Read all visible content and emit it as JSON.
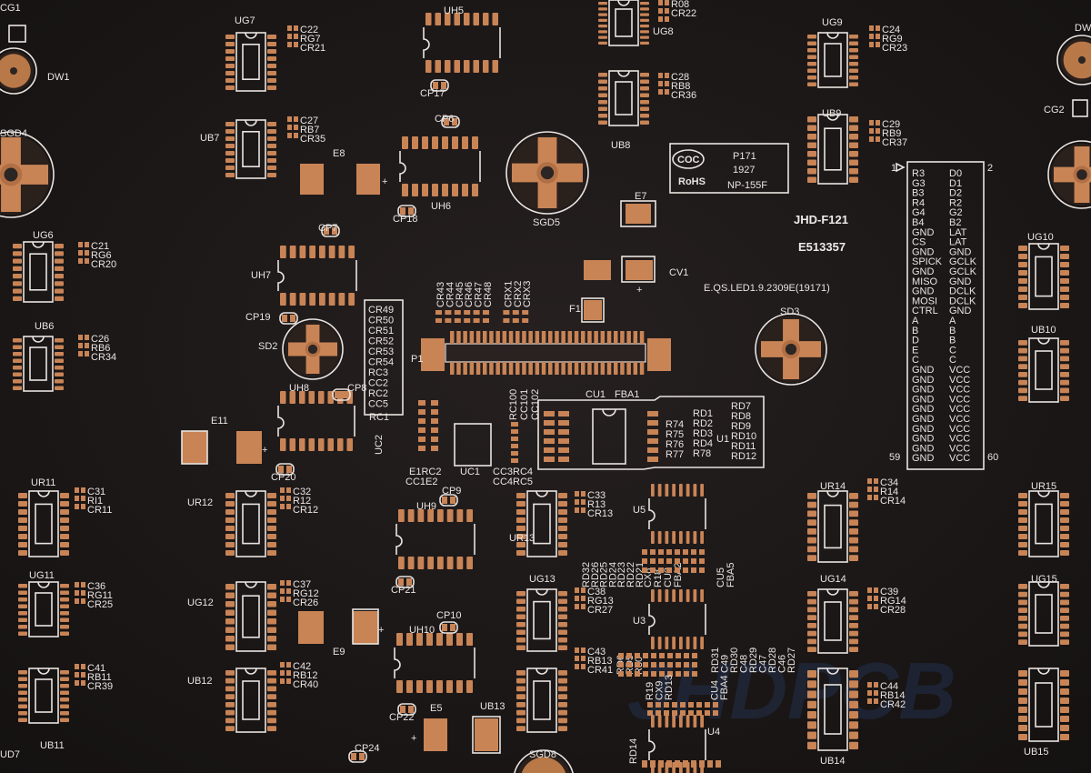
{
  "board": {
    "labels": {
      "product": "JHD-F121",
      "serial": "E513357",
      "revision": "E.QS.LED1.9.2309E(19171)",
      "logo_coc": "COC",
      "logo_rohs": "RoHS",
      "stamp_p": "P171",
      "stamp_date": "1927",
      "stamp_material": "NP-155F",
      "watermark": "JHDPCB"
    },
    "colors": {
      "board": "#1e1a1a",
      "copper": "#c98456",
      "silkscreen": "#e9e4e0"
    },
    "mounts": [
      {
        "ref": "DW1"
      },
      {
        "ref": "SGD4"
      },
      {
        "ref": "SGD5"
      },
      {
        "ref": "SD2"
      },
      {
        "ref": "SD3"
      },
      {
        "ref": "SGD8"
      }
    ],
    "components": {
      "ug7": "UG7",
      "ub7": "UB7",
      "ug6": "UG6",
      "ub6": "UB6",
      "uh5": "UH5",
      "uh6": "UH6",
      "uh7": "UH7",
      "uh8": "UH8",
      "ug8": "UG8",
      "ub8": "UB8",
      "ug9": "UG9",
      "ub9": "UB9",
      "ug10": "UG10",
      "ub10": "UB10",
      "ur11": "UR11",
      "ug11": "UG11",
      "ub11": "UB11",
      "ur12": "UR12",
      "ug12": "UG12",
      "ub12": "UB12",
      "uh9": "UH9",
      "uh10": "UH10",
      "ur13": "UR13",
      "ug13": "UG13",
      "ub13": "UB13",
      "ur14": "UR14",
      "ug14": "UG14",
      "ub14": "UB14",
      "ur15": "UR15",
      "ug15": "UG15",
      "ub15": "UB15",
      "u1": "U1",
      "u2": "UC2",
      "u3": "U3",
      "u4": "U4",
      "u5": "U5",
      "uc1": "UC1",
      "p1": "P1",
      "f1": "F1",
      "cv1": "CV1",
      "cu1": "CU1",
      "fba1": "FBA1",
      "e5": "E5",
      "e7": "E7",
      "e8": "E8",
      "e9": "E9",
      "e11": "E11",
      "cp6": "CP6",
      "cp7": "CP7",
      "cp8": "CP8",
      "cp9": "CP9",
      "cp10": "CP10",
      "cp17": "CP17",
      "cp18": "CP18",
      "cp19": "CP19",
      "cp20": "CP20",
      "cp21": "CP21",
      "cp22": "CP22",
      "cp24": "CP24",
      "cg1": "CG1",
      "cg2": "CG2",
      "dw": "DW",
      "ud7": "UD7"
    },
    "passive_groups": {
      "g7": [
        "C22",
        "RG7",
        "CR21"
      ],
      "b7": [
        "C27",
        "RB7",
        "CR35"
      ],
      "g6": [
        "C21",
        "RG6",
        "CR20"
      ],
      "b6": [
        "C26",
        "RB6",
        "CR34"
      ],
      "g8": [
        "R08",
        "CR22"
      ],
      "b8": [
        "C28",
        "RB8",
        "CR36"
      ],
      "g9": [
        "C24",
        "RG9",
        "CR23"
      ],
      "b9": [
        "C29",
        "RB9",
        "CR37"
      ],
      "r11": [
        "C31",
        "RI1",
        "CR11"
      ],
      "g11": [
        "C36",
        "RG11",
        "CR25"
      ],
      "b11": [
        "C41",
        "RB11",
        "CR39"
      ],
      "r12": [
        "C32",
        "R12",
        "CR12"
      ],
      "g12": [
        "C37",
        "RG12",
        "CR26"
      ],
      "b12": [
        "C42",
        "RB12",
        "CR40"
      ],
      "r13": [
        "C33",
        "R13",
        "CR13"
      ],
      "g13": [
        "C38",
        "RG13",
        "CR27"
      ],
      "b13": [
        "C43",
        "RB13",
        "CR41"
      ],
      "r14": [
        "C34",
        "R14",
        "CR14"
      ],
      "g14": [
        "C39",
        "RG14",
        "CR28"
      ],
      "b14": [
        "C44",
        "RB14",
        "CR42"
      ]
    },
    "crc_list": [
      "CR49",
      "CR50",
      "CR51",
      "CR52",
      "CR53",
      "CR54",
      "RC3",
      "CC2",
      "RC2",
      "CC5",
      "RC1"
    ],
    "top_refs": [
      "CR43",
      "CR44",
      "CR45",
      "CR46",
      "CR47",
      "CR48",
      "CRX1",
      "CRX2",
      "CRX3"
    ],
    "bottom_refs": {
      "uc_row1": "E1RC2",
      "uc_row2": "CC1E2",
      "cc3": "CC3RC4",
      "cc4": "CC4RC5",
      "rc100": "RC100",
      "cc101": "CC101",
      "cc102": "CC102"
    },
    "u1_left": [
      "R74",
      "R75",
      "R76",
      "R77"
    ],
    "u1_mid": [
      "RD1",
      "RD2",
      "RD3",
      "RD4",
      "R78"
    ],
    "u1_right": [
      "RD7",
      "RD8",
      "RD9",
      "RD10",
      "RD11",
      "RD12"
    ],
    "rd_vertical": [
      "RD32",
      "RD26",
      "RD25",
      "RD24",
      "RD23",
      "RD22",
      "RD21"
    ],
    "mid_vertical": [
      "CX8",
      "R18",
      "CU2",
      "FBA2",
      "CU5",
      "FBA5"
    ],
    "u3_right": [
      "RD31",
      "C49",
      "RD30",
      "C48",
      "RD29",
      "C47",
      "RD28",
      "C46",
      "RD27"
    ],
    "u3_left": [
      "RD6",
      "RD5",
      "R50"
    ],
    "u4_refs": [
      "R19",
      "CX9",
      "RD13",
      "CU4",
      "FBA4",
      "RD14"
    ],
    "connector": {
      "pin_first": "1",
      "pin_second": "2",
      "pin_last_left": "59",
      "pin_last_right": "60",
      "left": [
        "R3",
        "G3",
        "B3",
        "R4",
        "G4",
        "B4",
        "GND",
        "CS",
        "GND",
        "SPICK",
        "GND",
        "MISO",
        "GND",
        "MOSI",
        "CTRL",
        "A",
        "B",
        "D",
        "E",
        "C",
        "GND",
        "GND",
        "GND",
        "GND",
        "GND",
        "GND",
        "GND",
        "GND",
        "GND",
        "GND"
      ],
      "right": [
        "D0",
        "D1",
        "D2",
        "R2",
        "G2",
        "B2",
        "LAT",
        "LAT",
        "GND",
        "GCLK",
        "GCLK",
        "GND",
        "DCLK",
        "DCLK",
        "GND",
        "A",
        "B",
        "B",
        "C",
        "C",
        "VCC",
        "VCC",
        "VCC",
        "VCC",
        "VCC",
        "VCC",
        "VCC",
        "VCC",
        "VCC",
        "VCC"
      ]
    }
  }
}
